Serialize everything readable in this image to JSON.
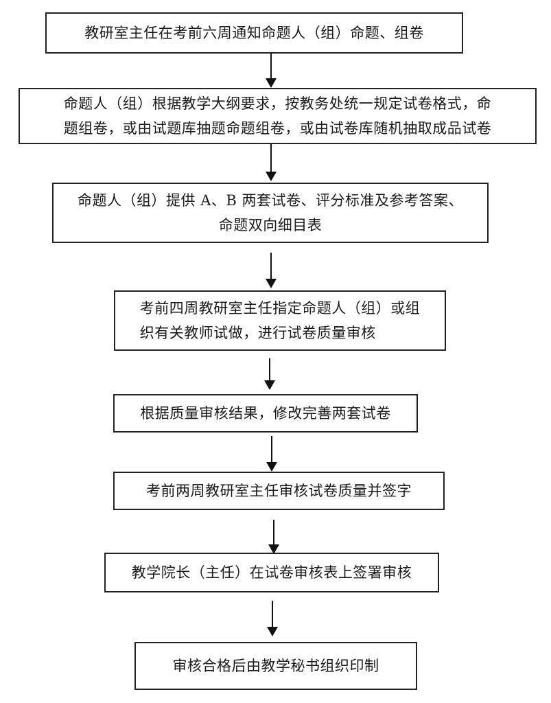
{
  "diagram": {
    "type": "flowchart",
    "direction": "top-to-bottom",
    "steps": [
      {
        "lines": [
          "教研室主任在考前六周通知命题人（组）命题、组卷"
        ]
      },
      {
        "lines": [
          "命题人（组）根据教学大纲要求，按教务处统一规定试卷格式，命",
          "题组卷，或由试题库抽题命题组卷，或由试卷库随机抽取成品试卷"
        ]
      },
      {
        "lines": [
          "命题人（组）提供 A、B 两套试卷、评分标准及参考答案、",
          "命题双向细目表"
        ]
      },
      {
        "lines": [
          "考前四周教研室主任指定命题人（组）或组",
          "织有关教师试做，进行试卷质量审核"
        ]
      },
      {
        "lines": [
          "根据质量审核结果，修改完善两套试卷"
        ]
      },
      {
        "lines": [
          "考前两周教研室主任审核试卷质量并签字"
        ]
      },
      {
        "lines": [
          "教学院长（主任）在试卷审核表上签署审核"
        ]
      },
      {
        "lines": [
          "审核合格后由教学秘书组织印制"
        ]
      }
    ],
    "edges": [
      {
        "from": 0,
        "to": 1
      },
      {
        "from": 1,
        "to": 2
      },
      {
        "from": 2,
        "to": 3
      },
      {
        "from": 3,
        "to": 4
      },
      {
        "from": 4,
        "to": 5
      },
      {
        "from": 5,
        "to": 6
      },
      {
        "from": 6,
        "to": 7
      }
    ]
  }
}
